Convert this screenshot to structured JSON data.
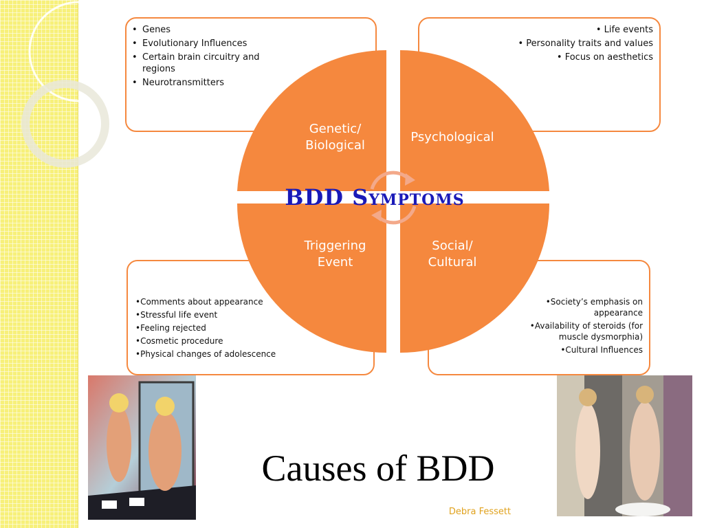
{
  "slide": {
    "title": "Causes of BDD",
    "author": "Debra Fessett"
  },
  "diagram": {
    "center_label": "BDD Symptoms",
    "quadrants": {
      "genetic": {
        "label": "Genetic/\nBiological",
        "items": [
          "Genes",
          "Evolutionary Influences",
          "Certain brain circuitry and regions",
          "Neurotransmitters"
        ]
      },
      "psychological": {
        "label": "Psychological",
        "items": [
          "Life events",
          "Personality traits and values",
          "Focus on aesthetics"
        ]
      },
      "triggering": {
        "label": "Triggering\nEvent",
        "items": [
          "Comments about appearance",
          "Stressful life event",
          "Feeling rejected",
          "Cosmetic procedure",
          "Physical changes of adolescence"
        ]
      },
      "social": {
        "label": "Social/\nCultural",
        "items": [
          "Society’s emphasis on appearance",
          "Availability of steroids (for muscle dysmorphia)",
          "Cultural Influences"
        ]
      }
    }
  },
  "colors": {
    "accent_orange": "#f5883e",
    "title_blue": "#1a1ab8",
    "author_gold": "#e0a21e",
    "stripe_yellow": "#f7f07a"
  }
}
